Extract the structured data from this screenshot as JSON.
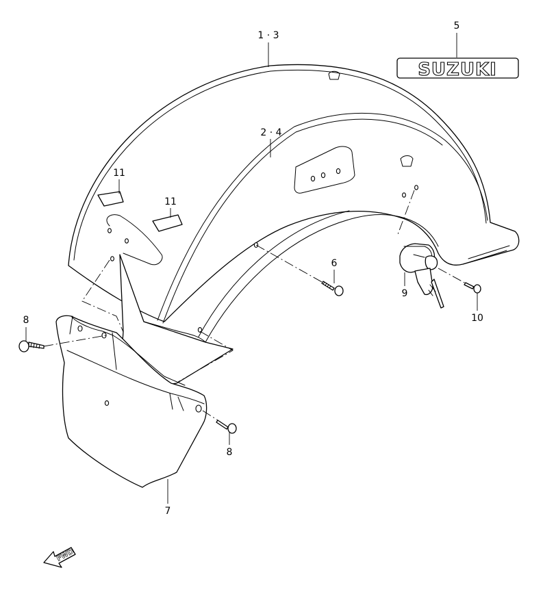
{
  "callouts": {
    "fender_outer": "1 · 3",
    "fender_inner": "2 · 4",
    "emblem": "5",
    "screw": "6",
    "lower_cover": "7",
    "bolt_left": "8",
    "bolt_right": "8",
    "helmet_lock": "9",
    "lock_screw": "10",
    "reflector_left": "11",
    "reflector_right": "11"
  },
  "emblem_text": "SUZUKI",
  "direction_marker": "FWD"
}
